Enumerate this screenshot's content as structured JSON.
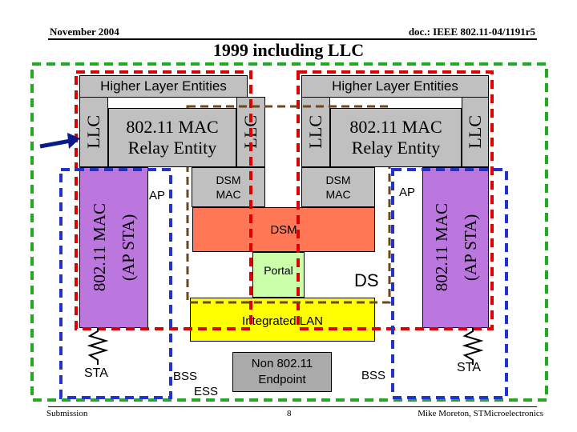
{
  "header": {
    "date": "November 2004",
    "doc_id": "doc.: IEEE 802.11-04/1191r5",
    "title": "1999 including LLC"
  },
  "left_station": {
    "higher_layer": "Higher Layer Entities",
    "llc_left": "LLC",
    "llc_right": "LLC",
    "relay": [
      "802.11 MAC",
      "Relay Entity"
    ],
    "mac_lines": [
      "802.11 MAC",
      "(AP STA)"
    ],
    "dsm_mac": [
      "DSM",
      "MAC"
    ],
    "ap_label": "AP",
    "sta_label": "STA",
    "bss_label": "BSS"
  },
  "right_station": {
    "higher_layer": "Higher Layer Entities",
    "llc_left": "LLC",
    "llc_right": "LLC",
    "relay": [
      "802.11 MAC",
      "Relay Entity"
    ],
    "mac_lines": [
      "802.11 MAC",
      "(AP STA)"
    ],
    "dsm_mac": [
      "DSM",
      "MAC"
    ],
    "ap_label": "AP",
    "sta_label": "STA",
    "bss_label": "BSS"
  },
  "center": {
    "dsm": "DSM",
    "portal": "Portal",
    "ds": "DS",
    "integrated_lan": "Integrated LAN",
    "non80211": [
      "Non 802.11",
      "Endpoint"
    ],
    "ess": "ESS"
  },
  "footer": {
    "left": "Submission",
    "page": "8",
    "right": "Mike Moreton, STMicroelectronics"
  },
  "colors": {
    "llc_gray": "#c0c0c0",
    "mac_purple": "#bb77dd",
    "dsm_orange": "#ff7755",
    "portal_green": "#ccffaa",
    "lan_yellow": "#ffff00",
    "endpoint_gray": "#aaaaaa",
    "ess_green": "#22aa22",
    "station_red": "#dd0000",
    "bss_blue": "#2233cc",
    "ds_brown": "#6b4a1a",
    "pointer_navy": "#0b1a8a"
  }
}
